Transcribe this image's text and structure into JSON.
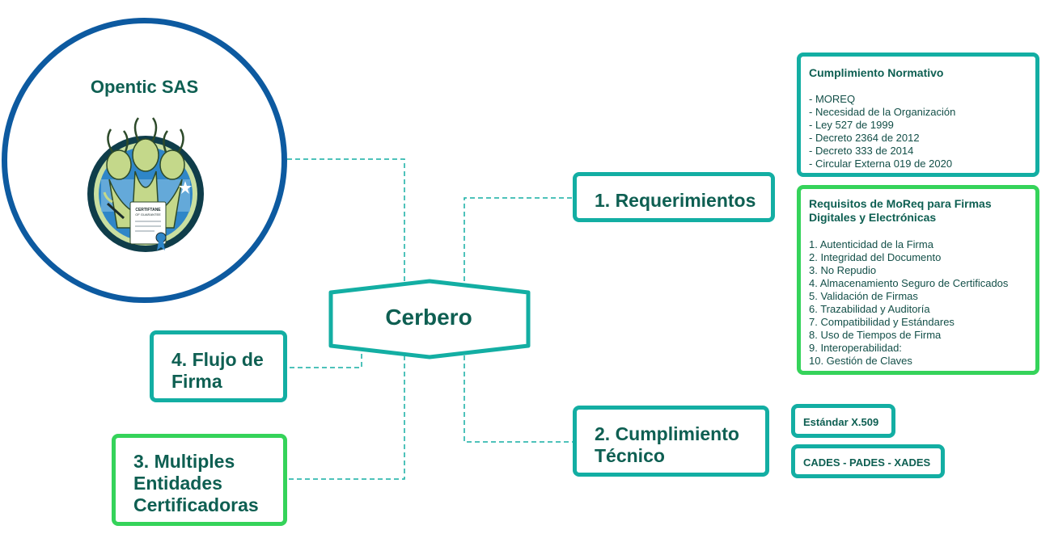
{
  "company": {
    "name": "Opentic SAS"
  },
  "center": {
    "label": "Cerbero"
  },
  "nodes": {
    "requerimientos": "1. Requerimientos",
    "cumplimiento_tecnico": "2. Cumplimiento\nTécnico",
    "multiples_entidades": "3. Multiples\nEntidades\nCertificadoras",
    "flujo_firma": "4. Flujo de\n Firma"
  },
  "panels": {
    "normativo": {
      "title": "Cumplimiento Normativo",
      "items": [
        "- MOREQ",
        "- Necesidad de la Organización",
        "- Ley 527 de 1999",
        "- Decreto 2364 de 2012",
        "- Decreto 333 de 2014",
        "- Circular Externa 019 de 2020"
      ]
    },
    "moreq": {
      "title": "Requisitos de MoReq para Firmas\nDigitales y Electrónicas",
      "items": [
        "1. Autenticidad de la Firma",
        "2. Integridad del Documento",
        "3. No Repudio",
        "4. Almacenamiento Seguro de Certificados",
        "5. Validación de Firmas",
        "6. Trazabilidad y Auditoría",
        "7. Compatibilidad y Estándares",
        "8. Uso de Tiempos de Firma",
        "9. Interoperabilidad:",
        "10. Gestión de Claves"
      ]
    }
  },
  "tags": {
    "x509": "Estándar X.509",
    "formats": "CADES - PADES - XADES"
  },
  "logo_text": {
    "line1": "CERTIFTANE",
    "line2": "OF GUARANTEE"
  },
  "colors": {
    "teal_border": "#13aea3",
    "green_border": "#35d35a",
    "circle_border": "#0d5aa0",
    "text": "#0e5f52",
    "connector": "#13aea3"
  }
}
